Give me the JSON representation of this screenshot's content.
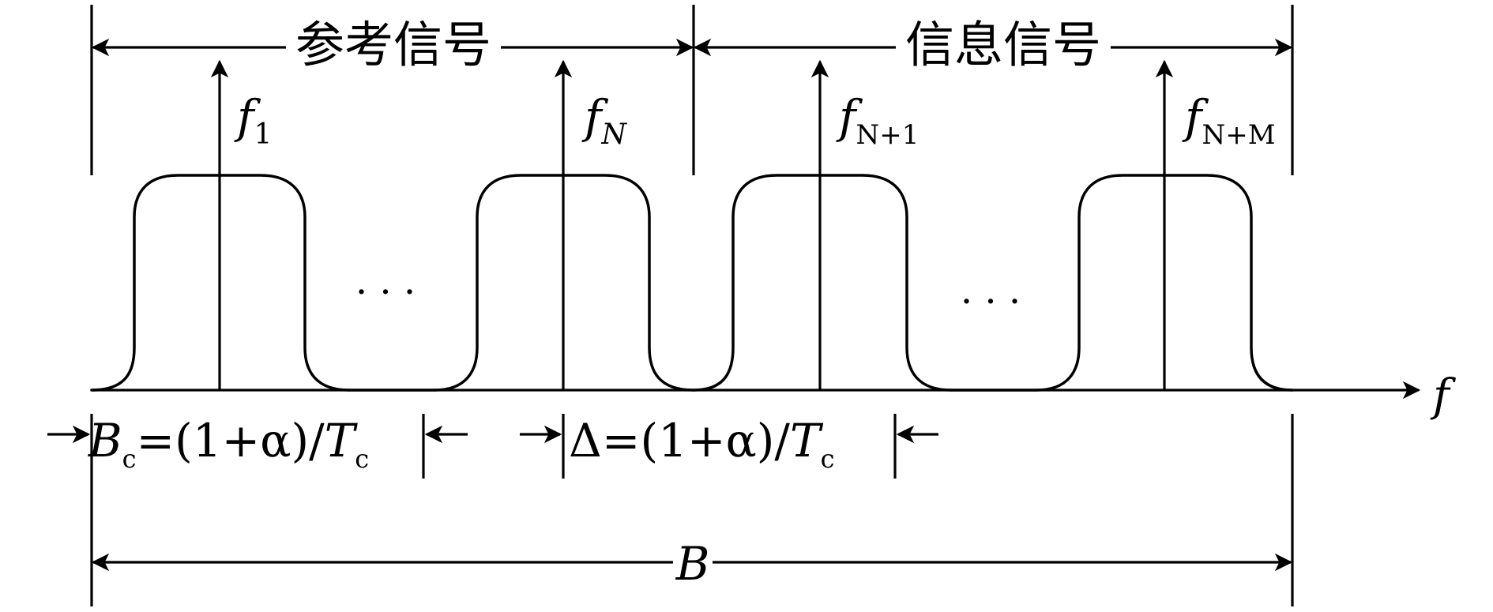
{
  "labels": {
    "reference_signal": "参考信号",
    "information_signal": "信息信号",
    "f1": {
      "base": "f",
      "sub": "1"
    },
    "fN": {
      "base": "f",
      "sub": "N"
    },
    "fN1": {
      "base": "f",
      "sub": "N+1"
    },
    "fNM": {
      "base": "f",
      "sub": "N+M"
    },
    "freq_axis": "f",
    "ellipsis_left": ". . .",
    "ellipsis_right": ". . .",
    "bandwidth_total": "B",
    "bc_formula": {
      "base": "B",
      "sub": "c",
      "mid": "=(1+α)/",
      "t": "T",
      "tsub": "c"
    },
    "delta_formula": {
      "base": "Δ",
      "mid": "=(1+α)/",
      "t": "T",
      "tsub": "c"
    }
  }
}
